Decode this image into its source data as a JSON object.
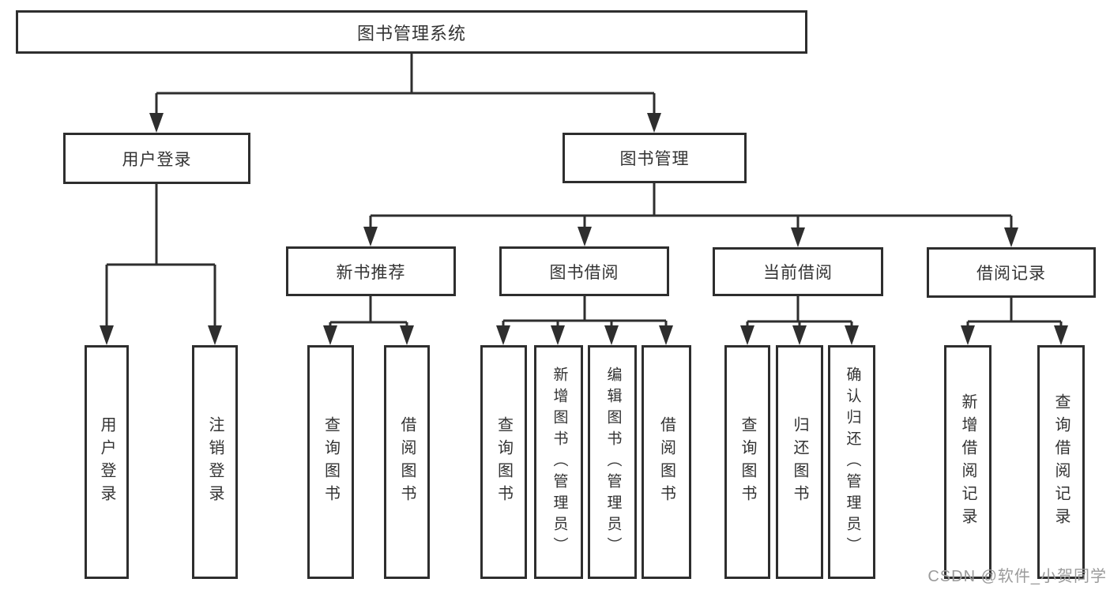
{
  "tree": {
    "root": {
      "label": "图书管理系统"
    },
    "branches": [
      {
        "label": "用户登录",
        "children": [
          {
            "label": "用户登录"
          },
          {
            "label": "注销登录"
          }
        ]
      },
      {
        "label": "图书管理",
        "children": [
          {
            "label": "新书推荐",
            "children": [
              {
                "label": "查询图书"
              },
              {
                "label": "借阅图书"
              }
            ]
          },
          {
            "label": "图书借阅",
            "children": [
              {
                "label": "查询图书"
              },
              {
                "label": "新增图书（管理员）"
              },
              {
                "label": "编辑图书（管理员）"
              },
              {
                "label": "借阅图书"
              }
            ]
          },
          {
            "label": "当前借阅",
            "children": [
              {
                "label": "查询图书"
              },
              {
                "label": "归还图书"
              },
              {
                "label": "确认归还（管理员）"
              }
            ]
          },
          {
            "label": "借阅记录",
            "children": [
              {
                "label": "新增借阅记录"
              },
              {
                "label": "查询借阅记录"
              }
            ]
          }
        ]
      }
    ]
  },
  "watermark": "CSDN @软件_小贺同学",
  "colors": {
    "line": "#2e2e2e",
    "text": "#333333",
    "watermark_gray": "#9b9b9b",
    "background": "#ffffff"
  }
}
